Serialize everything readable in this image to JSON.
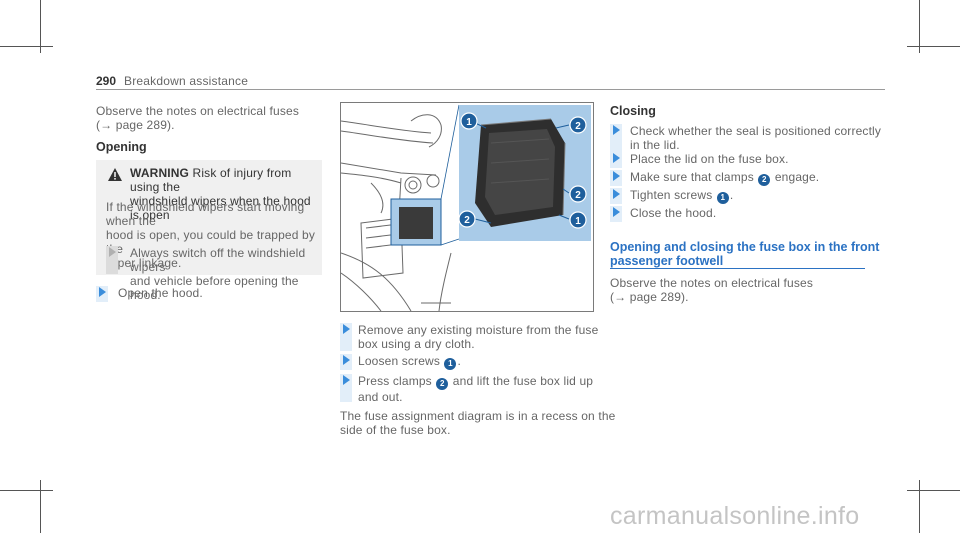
{
  "header": {
    "page_number": "290",
    "title": "Breakdown assistance"
  },
  "col1": {
    "intro_line1": "Observe the notes on electrical fuses",
    "intro_line2": "(→ page 289).",
    "heading": "Opening",
    "warning": {
      "label": "WARNING",
      "title_rest": " Risk of injury from using the",
      "title_line2": "windshield wipers when the hood is open",
      "body_line1": "If the windshield wipers start moving when the",
      "body_line2": "hood is open, you could be trapped by the",
      "body_line3": "wiper linkage.",
      "step_line1": "Always switch off the windshield wipers",
      "step_line2": "and vehicle before opening the hood."
    },
    "step_open": "Open the hood."
  },
  "figure": {
    "callout_1": "1",
    "callout_2": "2"
  },
  "col2": {
    "step1_line1": "Remove any existing moisture from the fuse",
    "step1_line2": "box using a dry cloth.",
    "step2_pre": "Loosen screws ",
    "step2_num": "1",
    "step2_post": ".",
    "step3_pre": "Press clamps ",
    "step3_num": "2",
    "step3_post": " and lift the fuse box lid up",
    "step3_line2": "and out.",
    "note_line1": "The fuse assignment diagram is in a recess on the",
    "note_line2": "side of the fuse box."
  },
  "col3": {
    "heading": "Closing",
    "s1_line1": "Check whether the seal is positioned correctly",
    "s1_line2": "in the lid.",
    "s2": "Place the lid on the fuse box.",
    "s3_pre": "Make sure that clamps ",
    "s3_num": "2",
    "s3_post": " engage.",
    "s4_pre": "Tighten screws ",
    "s4_num": "1",
    "s4_post": ".",
    "s5": "Close the hood.",
    "section_heading_line1": "Opening and closing the fuse box in the front",
    "section_heading_line2": "passenger footwell",
    "intro_line1": "Observe the notes on electrical fuses",
    "intro_line2": "(→ page 289)."
  },
  "watermark": "carmanualsonline.info",
  "colors": {
    "accent": "#2b72c3",
    "callout": "#1f5f9c",
    "highlight": "#a9cbe8"
  }
}
